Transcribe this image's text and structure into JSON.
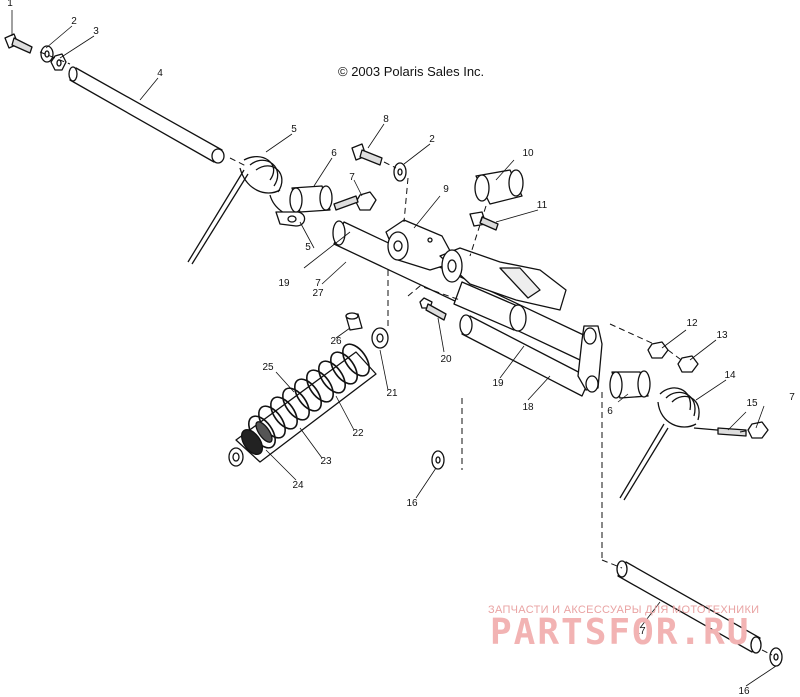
{
  "diagram": {
    "copyright": "© 2003 Polaris Sales Inc.",
    "callouts": [
      "1",
      "2",
      "3",
      "4",
      "5",
      "6",
      "7",
      "8",
      "2",
      "10",
      "9",
      "11",
      "7",
      "5",
      "19",
      "27",
      "26",
      "20",
      "25",
      "21",
      "22",
      "23",
      "24",
      "12",
      "13",
      "14",
      "7",
      "15",
      "19",
      "18",
      "6",
      "16",
      "17",
      "16"
    ]
  },
  "watermark": {
    "tagline": "ЗАПЧАСТИ И АКСЕССУАРЫ ДЛЯ МОТОТЕХНИКИ",
    "brand": "PARTSFOR.RU",
    "color": "#f2b3b3"
  }
}
